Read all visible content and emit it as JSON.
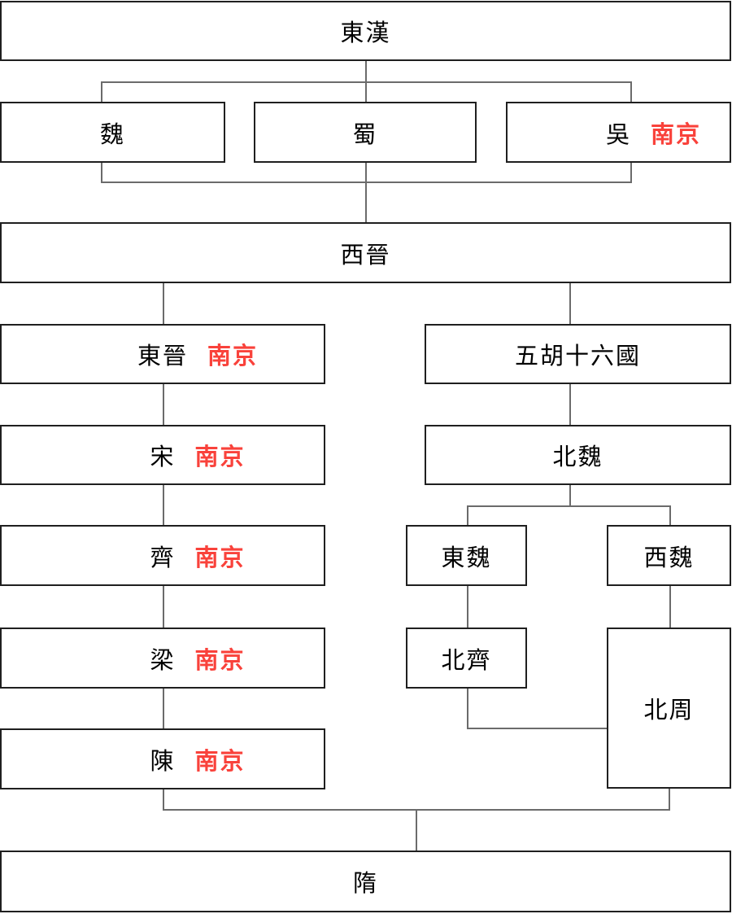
{
  "diagram": {
    "type": "flowchart",
    "description_language": "Traditional Chinese",
    "nodes": {
      "donghan": {
        "label": "東漢"
      },
      "wei": {
        "label": "魏"
      },
      "shu": {
        "label": "蜀"
      },
      "wu": {
        "label": "吳",
        "capital": "南京"
      },
      "xijin": {
        "label": "西晉"
      },
      "dongjin": {
        "label": "東晉",
        "capital": "南京"
      },
      "wuhu": {
        "label": "五胡十六國"
      },
      "song": {
        "label": "宋",
        "capital": "南京"
      },
      "beiwei": {
        "label": "北魏"
      },
      "qi": {
        "label": "齊",
        "capital": "南京"
      },
      "dongwei": {
        "label": "東魏"
      },
      "xiwei": {
        "label": "西魏"
      },
      "liang": {
        "label": "梁",
        "capital": "南京"
      },
      "beiqi": {
        "label": "北齊"
      },
      "beizhou": {
        "label": "北周"
      },
      "chen": {
        "label": "陳",
        "capital": "南京"
      },
      "sui": {
        "label": "隋"
      }
    },
    "edges": [
      {
        "from": "東漢",
        "to": "魏"
      },
      {
        "from": "東漢",
        "to": "蜀"
      },
      {
        "from": "東漢",
        "to": "吳"
      },
      {
        "from": "魏",
        "to": "西晉"
      },
      {
        "from": "蜀",
        "to": "西晉"
      },
      {
        "from": "吳",
        "to": "西晉"
      },
      {
        "from": "西晉",
        "to": "東晉"
      },
      {
        "from": "西晉",
        "to": "五胡十六國"
      },
      {
        "from": "東晉",
        "to": "宋"
      },
      {
        "from": "五胡十六國",
        "to": "北魏"
      },
      {
        "from": "宋",
        "to": "齊"
      },
      {
        "from": "北魏",
        "to": "東魏"
      },
      {
        "from": "北魏",
        "to": "西魏"
      },
      {
        "from": "齊",
        "to": "梁"
      },
      {
        "from": "東魏",
        "to": "北齊"
      },
      {
        "from": "西魏",
        "to": "北周"
      },
      {
        "from": "梁",
        "to": "陳"
      },
      {
        "from": "北齊",
        "to": "北周"
      },
      {
        "from": "陳",
        "to": "隋"
      },
      {
        "from": "北周",
        "to": "隋"
      }
    ]
  },
  "colors": {
    "background": "#ffffff",
    "box_border": "#1f1f1f",
    "connector": "#6b6b6b",
    "label_text": "#000000",
    "capital_text": "#f9423b"
  }
}
